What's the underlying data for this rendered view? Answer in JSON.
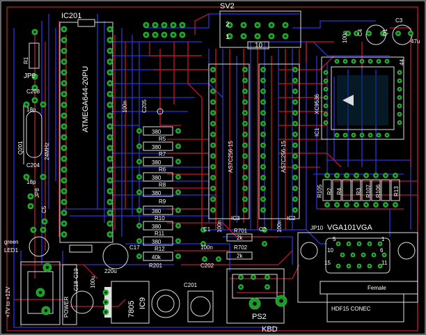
{
  "board": {
    "colors": {
      "background": "#000000",
      "top_trace": "#c2182b",
      "bottom_trace": "#2f34d6",
      "pad": "#1e9b27",
      "silk": "#ffffff"
    }
  },
  "labels": {
    "ic201": "IC201",
    "ic201_part": "ATMEGA644-20PU",
    "sv2": "SV2",
    "sv2_pin2": "2",
    "sv2_pin1": "1",
    "sv2_pin10": "10",
    "r1": "R1",
    "jp9": "JP9",
    "c208": "C208",
    "c208_val": "18p",
    "q201": "Q201",
    "q201_val": "24MHz",
    "c204": "C204",
    "c204_val": "18p",
    "jp8": "JP8",
    "c5": "C5",
    "c205": "C205",
    "c_100n": "100n",
    "r_380a": "380",
    "r5": "R5",
    "r_380b": "380",
    "r7": "R7",
    "r_380c": "380",
    "r6": "R6",
    "r_380d": "380",
    "r8": "R8",
    "r_380e": "380",
    "r9": "R9",
    "r_380f": "380",
    "r10": "R10",
    "r_380g": "380",
    "r11": "R11",
    "r_380h": "380",
    "r12": "R12",
    "r12_val": "40k",
    "r201": "R201",
    "c17": "C17",
    "c17_val": "220u",
    "led1": "LED1",
    "led1_color": "green",
    "power": "POWER",
    "power_range": "+7V to +12V",
    "c18": "C18",
    "c19": "C19",
    "c19_val": "100u",
    "ic9": "IC9",
    "ic9_part": "7805",
    "c201": "C201",
    "c202": "C202",
    "c202_val": "100n",
    "c1": "C1",
    "c1_val": "100n",
    "c2": "C2",
    "c2_val": "100n",
    "ic3": "IC3",
    "ic2": "IC2",
    "ic2_part": "AS7C256-15",
    "ic3_part": "AS7C256-15",
    "ic1": "IC1",
    "ic1_part": "XC9536",
    "r701": "R701",
    "r701_val": "2k",
    "r702": "R702",
    "r702_val": "2k",
    "ps2": "PS2",
    "kbd": "KBD",
    "jp10": "JP10",
    "vga": "VGA101VGA",
    "vga_pin1": "1",
    "vga_pin5": "5",
    "vga_pin10": "10",
    "vga_pin15": "15",
    "vga_pin11": "11",
    "vga_pin6": "6",
    "vga_female": "Female",
    "vga_part": "HDF15 CONEC",
    "c3": "C3",
    "c3_val": "47u",
    "c4": "C4",
    "c4_val": "100n",
    "q1": "Q1",
    "r105": "R105",
    "r2": "R2",
    "r4": "R4",
    "r3": "R3",
    "r107": "R107",
    "r106": "R106",
    "r13": "R13",
    "pin44": "44"
  }
}
